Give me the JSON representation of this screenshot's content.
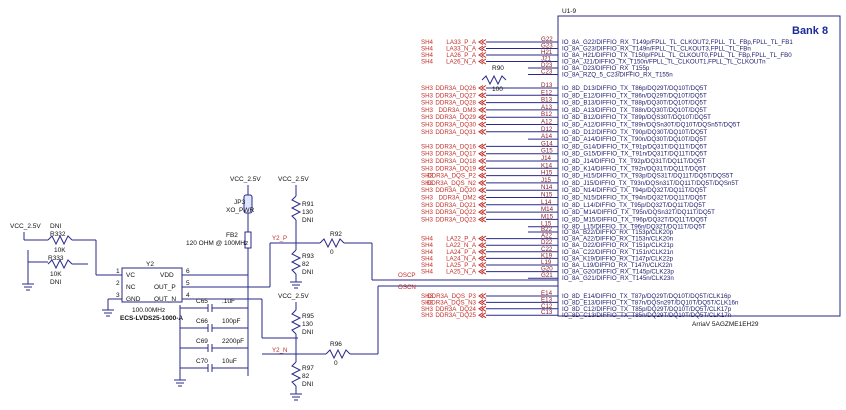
{
  "u19": {
    "ref": "U1-9",
    "bank": "Bank 8",
    "part": "ArriaV 5AGZME1EH29"
  },
  "rows": [
    {
      "pin": "G22",
      "sig": "IO_8A_G22/DIFFIO_RX_T149p/FPLL_TL_CLKOUT2,FPLL_TL_FBp,FPLL_TL_FB1",
      "net": "LA33_P_A",
      "sh": "SH4"
    },
    {
      "pin": "G23",
      "sig": "IO_8A_G23/DIFFIO_RX_T149n/FPLL_TL_CLKOUT3,FPLL_TL_FBn",
      "net": "LA33_N_A",
      "sh": "SH4"
    },
    {
      "pin": "H21",
      "sig": "IO_8A_H21/DIFFIO_TX_T150p/FPLL_TL_CLKOUT0,FPLL_TL_FBp,FPLL_TL_FB0",
      "net": "LA26_P_A",
      "sh": "SH4"
    },
    {
      "pin": "J21",
      "sig": "IO_8A_J21/DIFFIO_TX_T150n/FPLL_TL_CLKOUT1,FPLL_TL_CLKOUTn",
      "net": "LA26_N_A",
      "sh": "SH4"
    },
    {
      "pin": "D23",
      "sig": "IO_8A_D23/DIFFIO_RX_T155p",
      "net": "",
      "sh": ""
    },
    {
      "pin": "C23",
      "sig": "IO_8A_RZQ_5_C23/DIFFIO_RX_T155n",
      "net": "",
      "sh": ""
    },
    {
      "pin": "D13",
      "sig": "IO_8D_D13/DIFFIO_TX_T86p/DQ29T/DQ10T/DQ5T",
      "net": "DDR3A_DQ26",
      "sh": "SH3"
    },
    {
      "pin": "E12",
      "sig": "IO_8D_E12/DIFFIO_TX_T86n/DQ29T/DQ10T/DQ5T",
      "net": "DDR3A_DQ27",
      "sh": "SH3"
    },
    {
      "pin": "B13",
      "sig": "IO_8D_B13/DIFFIO_TX_T88p/DQ30T/DQ10T/DQ5T",
      "net": "DDR3A_DQ28",
      "sh": "SH3"
    },
    {
      "pin": "A13",
      "sig": "IO_8D_A13/DIFFIO_TX_T88n/DQ30T/DQ10T/DQ5T",
      "net": "DDR3A_DM3",
      "sh": "SH3"
    },
    {
      "pin": "B12",
      "sig": "IO_8D_B12/DIFFIO_TX_T89p/DQS30T/DQ10T/DQ5T",
      "net": "DDR3A_DQ29",
      "sh": "SH3"
    },
    {
      "pin": "A12",
      "sig": "IO_8D_A12/DIFFIO_TX_T89n/DQSn30T/DQ10T/DQSn5T/DQ5T",
      "net": "DDR3A_DQ30",
      "sh": "SH3"
    },
    {
      "pin": "D12",
      "sig": "IO_8D_D12/DIFFIO_TX_T90p/DQ30T/DQ10T/DQ5T",
      "net": "DDR3A_DQ31",
      "sh": "SH3"
    },
    {
      "pin": "A14",
      "sig": "IO_8D_A14/DIFFIO_TX_T90n/DQ30T/DQ10T/DQ5T",
      "net": "",
      "sh": ""
    },
    {
      "pin": "G14",
      "sig": "IO_8D_G14/DIFFIO_TX_T91p/DQ31T/DQ11T/DQ5T",
      "net": "DDR3A_DQ16",
      "sh": "SH3"
    },
    {
      "pin": "G15",
      "sig": "IO_8D_G15/DIFFIO_TX_T91n/DQ31T/DQ11T/DQ5T",
      "net": "DDR3A_DQ17",
      "sh": "SH3"
    },
    {
      "pin": "J14",
      "sig": "IO_8D_J14/DIFFIO_TX_T92p/DQ31T/DQ11T/DQ5T",
      "net": "DDR3A_DQ18",
      "sh": "SH3"
    },
    {
      "pin": "K14",
      "sig": "IO_8D_K14/DIFFIO_TX_T92n/DQ31T/DQ11T/DQ5T",
      "net": "DDR3A_DQ19",
      "sh": "SH3"
    },
    {
      "pin": "H15",
      "sig": "IO_8D_H15/DIFFIO_TX_T93p/DQS31T/DQ11T/DQ5T/DQS5T",
      "net": "DDR3A_DQS_P2",
      "sh": "SH3"
    },
    {
      "pin": "J15",
      "sig": "IO_8D_J15/DIFFIO_TX_T93n/DQSn31T/DQ11T/DQ5T/DQSn5T",
      "net": "DDR3A_DQS_N2",
      "sh": "SH3"
    },
    {
      "pin": "N14",
      "sig": "IO_8D_N14/DIFFIO_TX_T94p/DQ32T/DQ11T/DQ5T",
      "net": "DDR3A_DQ20",
      "sh": "SH3"
    },
    {
      "pin": "N15",
      "sig": "IO_8D_N15/DIFFIO_TX_T94n/DQ32T/DQ11T/DQ5T",
      "net": "DDR3A_DM2",
      "sh": "SH3"
    },
    {
      "pin": "L14",
      "sig": "IO_8D_L14/DIFFIO_TX_T95p/DQ32T/DQ11T/DQ5T",
      "net": "DDR3A_DQ21",
      "sh": "SH3"
    },
    {
      "pin": "M14",
      "sig": "IO_8D_M14/DIFFIO_TX_T95n/DQSn32T/DQ11T/DQ5T",
      "net": "DDR3A_DQ22",
      "sh": "SH3"
    },
    {
      "pin": "M15",
      "sig": "IO_8D_M15/DIFFIO_TX_T96p/DQ32T/DQ11T/DQ5T",
      "net": "DDR3A_DQ23",
      "sh": "SH3"
    },
    {
      "pin": "L15",
      "sig": "IO_8D_L15/DIFFIO_TX_T96n/DQ32T/DQ11T/DQ5T",
      "net": "",
      "sh": ""
    },
    {
      "pin": "B22",
      "sig": "IO_8A_B22/DIFFIO_RX_T153p/CLK20p",
      "net": "",
      "sh": ""
    },
    {
      "pin": "A22",
      "sig": "IO_8A_A22/DIFFIO_RX_T153n/CLK20n",
      "net": "LA22_P_A",
      "sh": "SH4"
    },
    {
      "pin": "D22",
      "sig": "IO_8A_D22/DIFFIO_RX_T151p/CLK21p",
      "net": "LA22_N_A",
      "sh": "SH4"
    },
    {
      "pin": "C22",
      "sig": "IO_8A_C22/DIFFIO_RX_T151n/CLK21n",
      "net": "LA24_P_A",
      "sh": "SH4"
    },
    {
      "pin": "K19",
      "sig": "IO_8A_K19/DIFFIO_RX_T147p/CLK22p",
      "net": "LA24_N_A",
      "sh": "SH4"
    },
    {
      "pin": "L19",
      "sig": "IO_8A_L19/DIFFIO_RX_T147n/CLK22n",
      "net": "LA25_P_A",
      "sh": "SH4"
    },
    {
      "pin": "G20",
      "sig": "IO_8A_G20/DIFFIO_RX_T145p/CLK23p",
      "net": "LA25_N_A",
      "sh": "SH4"
    },
    {
      "pin": "G21",
      "sig": "IO_8A_G21/DIFFIO_RX_T145n/CLK23n",
      "net": "",
      "sh": ""
    },
    {
      "pin": "E14",
      "sig": "IO_8D_E14/DIFFIO_TX_T87p/DQ29T/DQ10T/DQ5T/CLK16p",
      "net": "DDR3A_DQS_P3",
      "sh": "SH3"
    },
    {
      "pin": "E13",
      "sig": "IO_8D_E13/DIFFIO_TX_T87n/DQSn29T/DQ10T/DQ5T/CLK16n",
      "net": "DDR3A_DQS_N3",
      "sh": "SH3"
    },
    {
      "pin": "C12",
      "sig": "IO_8D_C12/DIFFIO_TX_T85p/DQ29T/DQ10T/DQ5T/CLK17p",
      "net": "DDR3A_DQ24",
      "sh": "SH3"
    },
    {
      "pin": "C13",
      "sig": "IO_8D_C13/DIFFIO_TX_T85n/DQ29T/DQ10T/DQ5T/CLK17n",
      "net": "DDR3A_DQ25",
      "sh": "SH3"
    }
  ],
  "osc": {
    "oscp": "OSCP",
    "oscn": "OSCN",
    "y2p": "Y2_P",
    "y2n": "Y2_N"
  },
  "r90": {
    "ref": "R90",
    "val": "100"
  },
  "rails": {
    "vcc_left": "VCC_2.5V",
    "vcc_jp3": "VCC_2.5V",
    "vcc_r91": "VCC_2.5V",
    "vcc_r95": "VCC_2.5V"
  },
  "parts": {
    "r332": {
      "dni": "DNI",
      "ref": "R332",
      "val": "10K"
    },
    "r333": {
      "ref": "R333",
      "val": "10K",
      "dni": "DNI"
    },
    "jp3": {
      "ref": "JP3",
      "name": "XO_PWR"
    },
    "fb2": {
      "ref": "FB2",
      "val": "120 OHM @ 100MHz"
    },
    "y2": {
      "ref": "Y2",
      "vc": "VC",
      "nc": "NC",
      "gnd": "GND",
      "vdd": "VDD",
      "outp": "OUT_P",
      "outn": "OUT_N",
      "freq": "100.00MHz",
      "part": "ECS-LVDS25-1000-A",
      "p1": "1",
      "p2": "2",
      "p3": "3",
      "p4": "4",
      "p5": "5",
      "p6": "6"
    },
    "r91": {
      "ref": "R91",
      "val": "130",
      "dni": "DNI"
    },
    "r92": {
      "ref": "R92",
      "val": "0"
    },
    "r93": {
      "ref": "R93",
      "val": "82",
      "dni": "DNI"
    },
    "r95": {
      "ref": "R95",
      "val": "130",
      "dni": "DNI"
    },
    "r96": {
      "ref": "R96",
      "val": "0"
    },
    "r97": {
      "ref": "R97",
      "val": "82",
      "dni": "DNI"
    },
    "caps": [
      {
        "ref": "C65",
        "val": ".1uF"
      },
      {
        "ref": "C66",
        "val": "100pF"
      },
      {
        "ref": "C69",
        "val": "2200pF"
      },
      {
        "ref": "C70",
        "val": "10uF"
      }
    ]
  }
}
